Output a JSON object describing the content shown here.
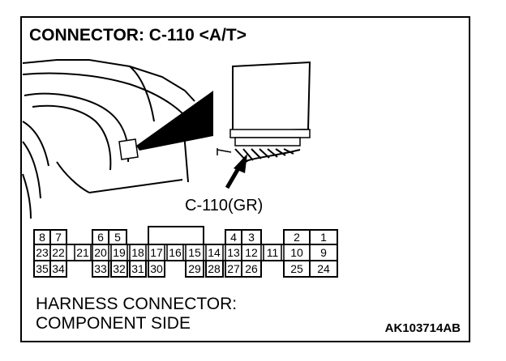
{
  "diagram": {
    "title": "CONNECTOR: C-110 <A/T>",
    "connector_label": "C-110(GR)",
    "caption_line1": "HARNESS CONNECTOR:",
    "caption_line2": "COMPONENT SIDE",
    "figure_code": "AK103714AB"
  },
  "pins": {
    "p8": "8",
    "p7": "7",
    "p6": "6",
    "p5": "5",
    "p4": "4",
    "p3": "3",
    "p2": "2",
    "p1": "1",
    "p23": "23",
    "p22": "22",
    "p21": "21",
    "p20": "20",
    "p19": "19",
    "p18": "18",
    "p17": "17",
    "p16": "16",
    "p15": "15",
    "p14": "14",
    "p13": "13",
    "p12": "12",
    "p11": "11",
    "p10": "10",
    "p9": "9",
    "p35": "35",
    "p34": "34",
    "p33": "33",
    "p32": "32",
    "p31": "31",
    "p30": "30",
    "p29": "29",
    "p28": "28",
    "p27": "27",
    "p26": "26",
    "p25": "25",
    "p24": "24"
  }
}
